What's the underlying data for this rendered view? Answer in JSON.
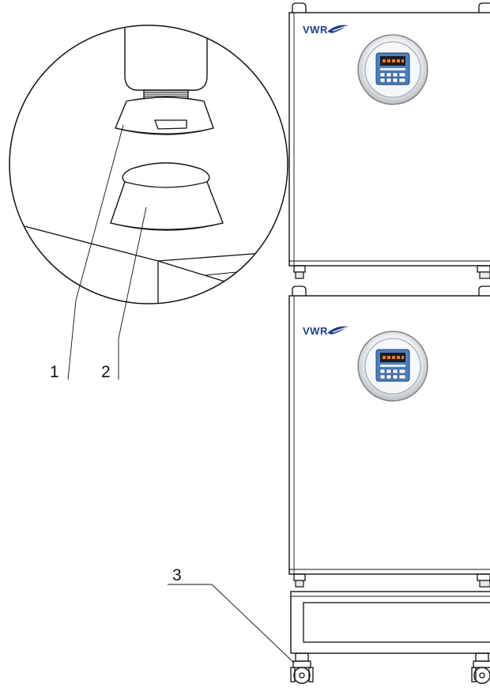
{
  "callouts": [
    {
      "id": "1",
      "label": "1"
    },
    {
      "id": "2",
      "label": "2"
    },
    {
      "id": "3",
      "label": "3"
    }
  ],
  "units": [
    {
      "brand": "VWR"
    },
    {
      "brand": "VWR"
    }
  ],
  "colors": {
    "line": "#111111",
    "brand_blue": "#1f3e8a",
    "panel_blue": "#4a7fc1",
    "panel_ring": "#9aa0a6"
  }
}
